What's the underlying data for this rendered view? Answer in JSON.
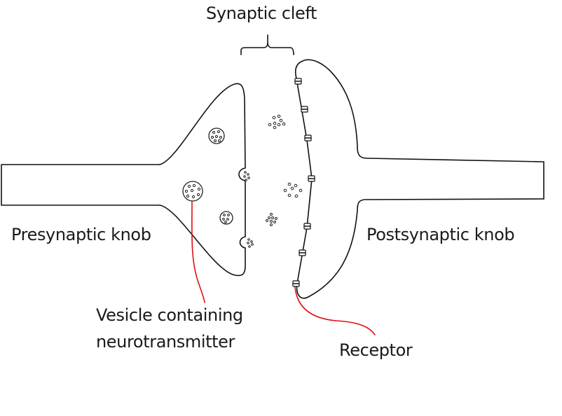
{
  "diagram": {
    "title": "Synaptic cleft",
    "labels": {
      "synaptic_cleft": "Synaptic cleft",
      "presynaptic_knob": "Presynaptic knob",
      "postsynaptic_knob": "Postsynaptic knob",
      "vesicle_line1": "Vesicle containing",
      "vesicle_line2": "neurotransmitter",
      "receptor": "Receptor"
    },
    "colors": {
      "outline": "#111111",
      "pointer": "#e01010",
      "text": "#1a1a1a",
      "background": "#ffffff"
    },
    "counts": {
      "vesicles_in_presynaptic_knob": 3,
      "vesicles_fusing_with_membrane": 2,
      "neurotransmitter_clusters_in_cleft": 3,
      "receptors_on_postsynaptic_membrane": 7
    }
  }
}
